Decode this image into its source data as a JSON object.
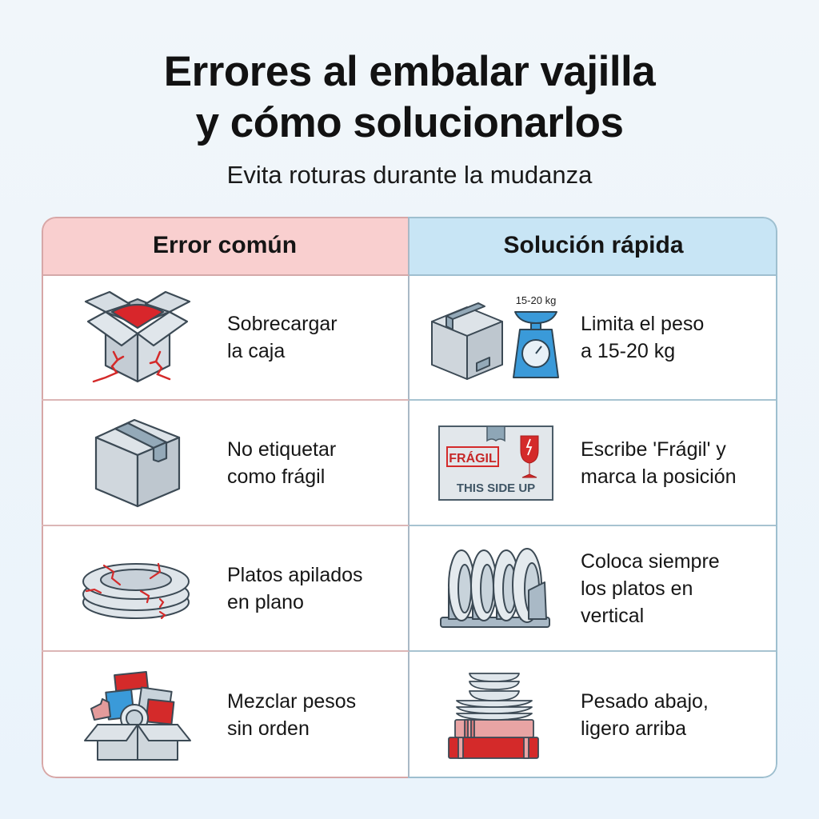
{
  "header": {
    "title_line1": "Errores al embalar vajilla",
    "title_line2": "y cómo solucionarlos",
    "subtitle": "Evita roturas durante la mudanza"
  },
  "table": {
    "columns": [
      {
        "label": "Error común",
        "color": "#f9cfcf"
      },
      {
        "label": "Solución rápida",
        "color": "#c8e5f5"
      }
    ],
    "rows": [
      {
        "error": {
          "icon": "overloaded-cracked-box-icon",
          "line1": "Sobrecargar",
          "line2": "la caja"
        },
        "solution": {
          "icon": "box-and-scale-icon",
          "icon_label": "15-20 kg",
          "line1": "Limita el peso",
          "line2": "a 15-20 kg"
        }
      },
      {
        "error": {
          "icon": "plain-box-icon",
          "line1": "No etiquetar",
          "line2": "como frágil"
        },
        "solution": {
          "icon": "fragile-label-icon",
          "icon_label_fragile": "FRÁGIL",
          "icon_label_side": "THIS SIDE UP",
          "line1": "Escribe 'Frágil' y",
          "line2": "marca la posición"
        }
      },
      {
        "error": {
          "icon": "cracked-stacked-plates-icon",
          "line1": "Platos apilados",
          "line2": "en plano"
        },
        "solution": {
          "icon": "plates-in-rack-icon",
          "line1": "Coloca siempre",
          "line2": "los platos en",
          "line3": "vertical"
        }
      },
      {
        "error": {
          "icon": "mixed-items-box-icon",
          "line1": "Mezclar pesos",
          "line2": "sin orden"
        },
        "solution": {
          "icon": "heavy-bottom-stack-icon",
          "line1": "Pesado abajo,",
          "line2": "ligero arriba"
        }
      }
    ]
  },
  "colors": {
    "error_header": "#f9cfcf",
    "solution_header": "#c8e5f5",
    "accent_red": "#d42a2a",
    "accent_blue": "#3a9ad9",
    "outline": "#3c4a55"
  }
}
